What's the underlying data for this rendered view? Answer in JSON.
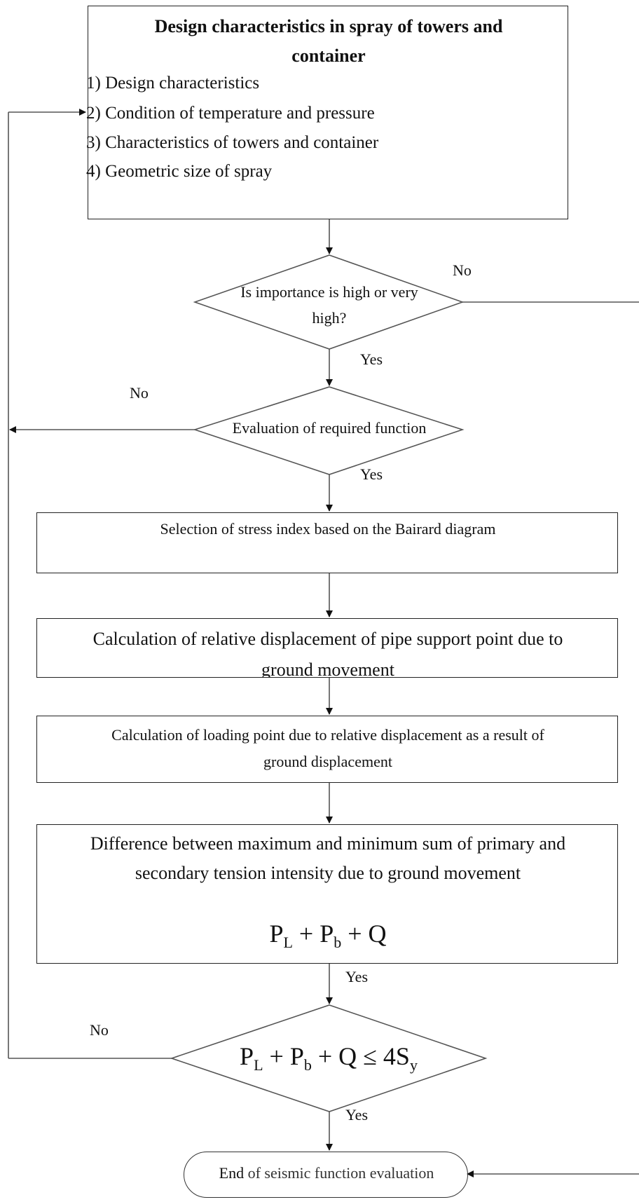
{
  "box_design": {
    "title_line1": "Design characteristics in spray of towers and",
    "title_line2": "container",
    "items": [
      "1) Design characteristics",
      "2) Condition of temperature and pressure",
      "3) Characteristics of towers and container",
      "4) Geometric size of spray"
    ]
  },
  "decision_importance": {
    "line1": "Is importance is high or very",
    "line2": "high?",
    "no_label": "No",
    "yes_label": "Yes"
  },
  "decision_function": {
    "text": "Evaluation of required function",
    "no_label": "No",
    "yes_label": "Yes"
  },
  "box_stress_index": {
    "text": "Selection of stress index based on the Bairard diagram"
  },
  "box_relative_displacement": {
    "line1": "Calculation of relative displacement of pipe support point due to",
    "line2": "ground movement"
  },
  "box_loading_point": {
    "line1": "Calculation of loading point due to relative displacement as a result of",
    "line2": "ground displacement"
  },
  "box_difference": {
    "line1": "Difference between maximum and minimum sum of primary and",
    "line2": "secondary tension intensity due to ground movement",
    "formula": {
      "p": "P",
      "l_sub": "L",
      "plus1": " + P",
      "b_sub": "b",
      "tail": " + Q"
    },
    "yes_label": "Yes"
  },
  "decision_limit": {
    "formula": {
      "p": "P",
      "l_sub": "L",
      "plus1": " + P",
      "b_sub": "b",
      "mid": " + Q ≤ 4S",
      "y_sub": "y"
    },
    "no_label": "No",
    "yes_label": "Yes"
  },
  "terminal_end": {
    "bold": "End",
    "rest": " of seismic function evaluation"
  }
}
